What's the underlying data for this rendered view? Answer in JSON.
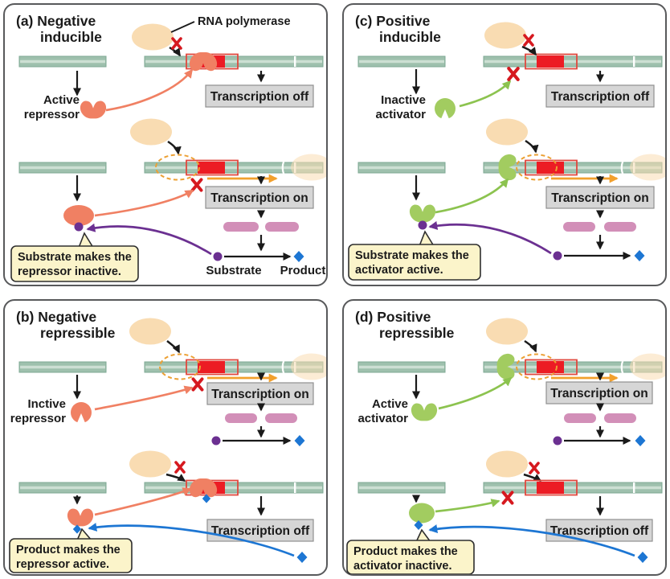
{
  "figure": {
    "panels": {
      "a": {
        "title_line1": "(a) Negative",
        "title_line2": "inducible",
        "rna_polymerase_label": "RNA polymerase",
        "protein_label_line1": "Active",
        "protein_label_line2": "repressor",
        "status_top": "Transcription off",
        "status_bottom": "Transcription on",
        "substrate_label": "Substrate",
        "product_label": "Product",
        "callout_line1": "Substrate makes the",
        "callout_line2": "repressor inactive."
      },
      "b": {
        "title_line1": "(b) Negative",
        "title_line2": "repressible",
        "protein_label_line1": "Inctive",
        "protein_label_line2": "repressor",
        "status_top": "Transcription on",
        "status_bottom": "Transcription off",
        "callout_line1": "Product makes the",
        "callout_line2": "repressor active."
      },
      "c": {
        "title_line1": "(c) Positive",
        "title_line2": "inducible",
        "protein_label_line1": "Inactive",
        "protein_label_line2": "activator",
        "status_top": "Transcription off",
        "status_bottom": "Transcription on",
        "callout_line1": "Substrate makes the",
        "callout_line2": "activator active."
      },
      "d": {
        "title_line1": "(d) Positive",
        "title_line2": "repressible",
        "protein_label_line1": "Active",
        "protein_label_line2": "activator",
        "status_top": "Transcription on",
        "status_bottom": "Transcription off",
        "callout_line1": "Product makes the",
        "callout_line2": "activator inactive."
      }
    },
    "colors": {
      "dna_strand": "#9ec0ad",
      "gene_red": "#ec1c24",
      "gene_outline_red": "#e0483e",
      "rna_polymerase_peach": "#f9dcb2",
      "repressor_salmon": "#f08063",
      "activator_green": "#a2cc60",
      "mrna_pink": "#d28fb8",
      "substrate_purple": "#6b3091",
      "product_blue": "#1d76d3",
      "status_box_gray": "#d6d6d6",
      "callout_yellow": "#fbf4ca",
      "cross_red": "#d6191f",
      "transcription_arrow_orange": "#f2a02d",
      "panel_border_gray": "#58595b"
    }
  }
}
